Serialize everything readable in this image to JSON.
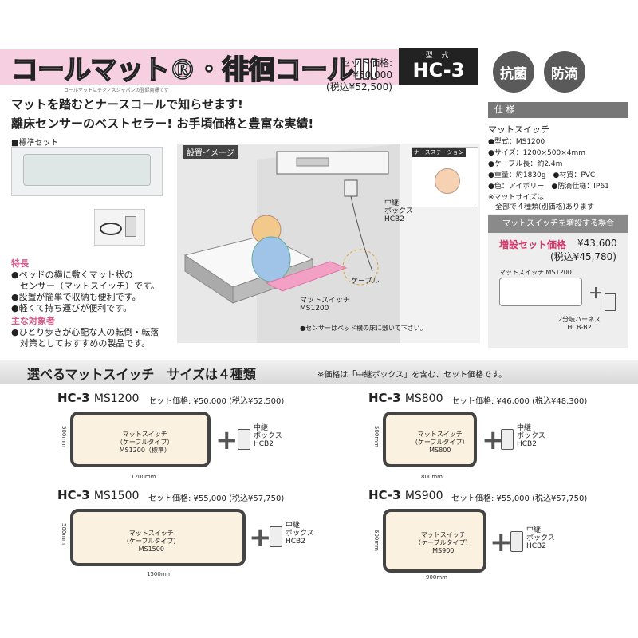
{
  "header": {
    "logo": "コールマット®・徘徊コールⅢ",
    "logo_note": "コールマットはテクノスジャパンの登録商標です",
    "set_price": "セット価格: ¥50,000",
    "set_price_tax": "(税込¥52,500)",
    "model_label": "型 式",
    "model": "HC-3",
    "badges": [
      "抗菌",
      "防滴"
    ]
  },
  "headlines": {
    "line1": "マットを踏むとナースコールで知らせます!",
    "line2": "離床センサーのベストセラー! お手頃価格と豊富な実績!"
  },
  "standard_set": "■標準セット",
  "features": {
    "title": "特長",
    "items": [
      "●ベッドの横に敷くマット状の",
      "　センサー（マットスイッチ）です。",
      "●設置が簡単で収納も便利です。",
      "●軽くて持ち運びが便利です。"
    ],
    "target_title": "主な対象者",
    "target_items": [
      "●ひとり歩きが心配な人の転倒・転落",
      "　対策としておすすめの製品です。"
    ]
  },
  "install": {
    "title": "設置イメージ",
    "nurse_station": "ナースステーション",
    "relay": [
      "中継",
      "ボックス",
      "HCB2"
    ],
    "cable": "ケーブル",
    "mat": [
      "マットスイッチ",
      "MS1200"
    ],
    "note": "●センサーはベッド横の床に敷いて下さい。"
  },
  "spec": {
    "title": "仕 様",
    "subtitle": "マットスイッチ",
    "items": [
      "●型式：MS1200",
      "●サイズ：1200×500×4mm",
      "●ケーブル長：約2.4m",
      "●重量：約1830g　●材質：PVC",
      "●色：アイボリー　●防滴仕様：IP61",
      "※マットサイズは",
      "　全部で４種類(別価格)あります"
    ]
  },
  "extension": {
    "title": "マットスイッチを増設する場合",
    "price_label": "増設セット価格",
    "price": "¥43,600",
    "price_tax": "(税込¥45,780)",
    "mat_label": "マットスイッチ MS1200",
    "harness": [
      "2分岐ハーネス",
      "HCB-B2"
    ]
  },
  "section": {
    "title": "選べるマットスイッチ　サイズは４種類",
    "note": "※価格は「中継ボックス」を含む、セット価格です。"
  },
  "products": [
    {
      "model": "HC-3",
      "mat": "MS1200",
      "price": "セット価格: ¥50,000 (税込¥52,500)",
      "label": [
        "マットスイッチ",
        "（ケーブルタイプ）",
        "MS1200（標準）"
      ],
      "width": "1200mm",
      "height": "500mm",
      "relay": [
        "中継",
        "ボックス",
        "HCB2"
      ]
    },
    {
      "model": "HC-3",
      "mat": "MS800",
      "price": "セット価格: ¥46,000 (税込¥48,300)",
      "label": [
        "マットスイッチ",
        "（ケーブルタイプ）",
        "MS800"
      ],
      "width": "800mm",
      "height": "500mm",
      "relay": [
        "中継",
        "ボックス",
        "HCB2"
      ]
    },
    {
      "model": "HC-3",
      "mat": "MS1500",
      "price": "セット価格: ¥55,000 (税込¥57,750)",
      "label": [
        "マットスイッチ",
        "（ケーブルタイプ）",
        "MS1500"
      ],
      "width": "1500mm",
      "height": "500mm",
      "relay": [
        "中継",
        "ボックス",
        "HCB2"
      ]
    },
    {
      "model": "HC-3",
      "mat": "MS900",
      "price": "セット価格: ¥55,000 (税込¥57,750)",
      "label": [
        "マットスイッチ",
        "（ケーブルタイプ）",
        "MS900"
      ],
      "width": "900mm",
      "height": "600mm",
      "relay": [
        "中継",
        "ボックス",
        "HCB2"
      ]
    }
  ]
}
